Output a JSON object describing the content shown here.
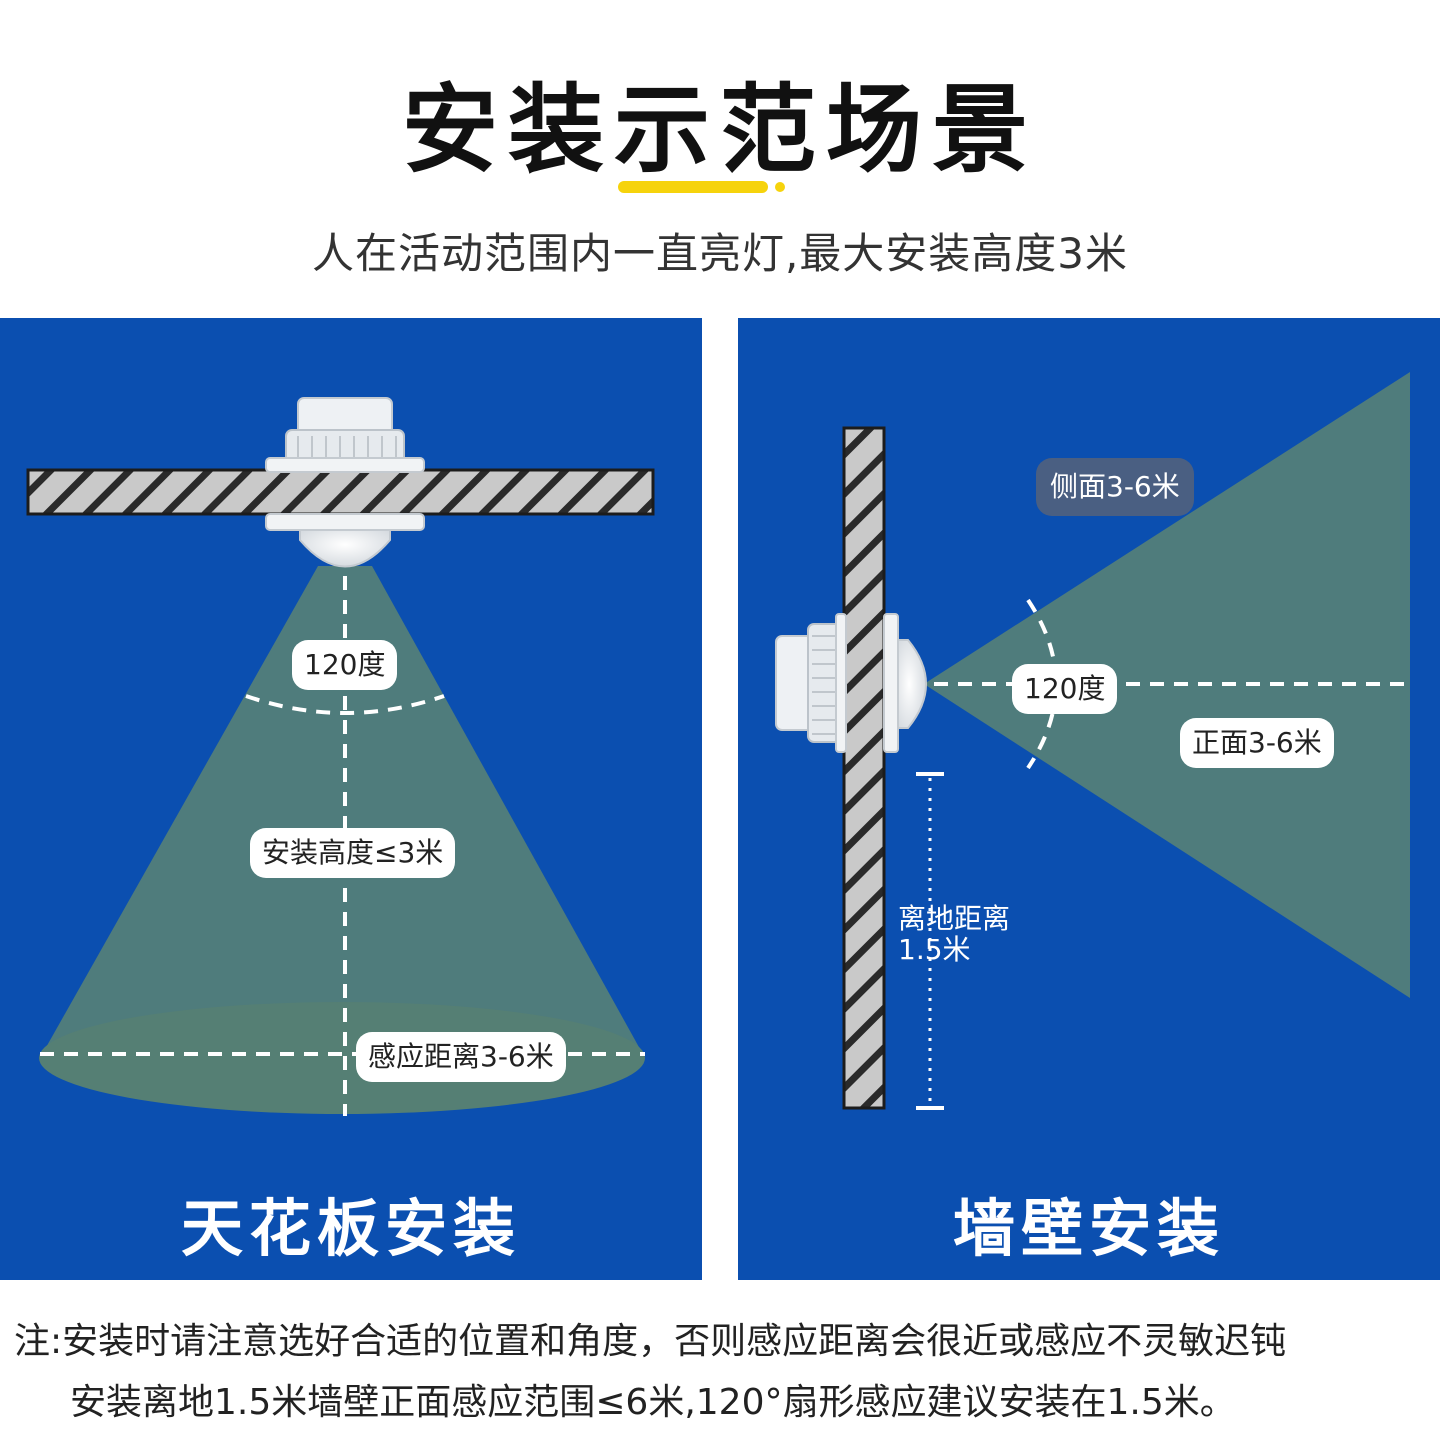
{
  "header": {
    "title": "安装示范场景",
    "subtitle": "人在活动范围内一直亮灯,最大安装高度3米",
    "accent_color": "#f6d30c"
  },
  "colors": {
    "panel_background": "#0b4fb0",
    "detection_zone": "#4f7c7c",
    "hatch_fill": "#c9c9c9",
    "hatch_line": "#2a2a2a"
  },
  "ceiling_panel": {
    "caption": "天花板安装",
    "angle_label": "120度",
    "height_label": "安装高度≤3米",
    "range_label": "感应距离3-6米"
  },
  "wall_panel": {
    "caption": "墙壁安装",
    "side_label": "侧面3-6米",
    "angle_label": "120度",
    "front_label": "正面3-6米",
    "floor_distance_label": "离地距离",
    "floor_distance_value": "1.5米"
  },
  "notes": {
    "line1": "注:安装时请注意选好合适的位置和角度，否则感应距离会很近或感应不灵敏迟钝",
    "line2": "安装离地1.5米墙壁正面感应范围≤6米,120°扇形感应建议安装在1.5米。"
  }
}
